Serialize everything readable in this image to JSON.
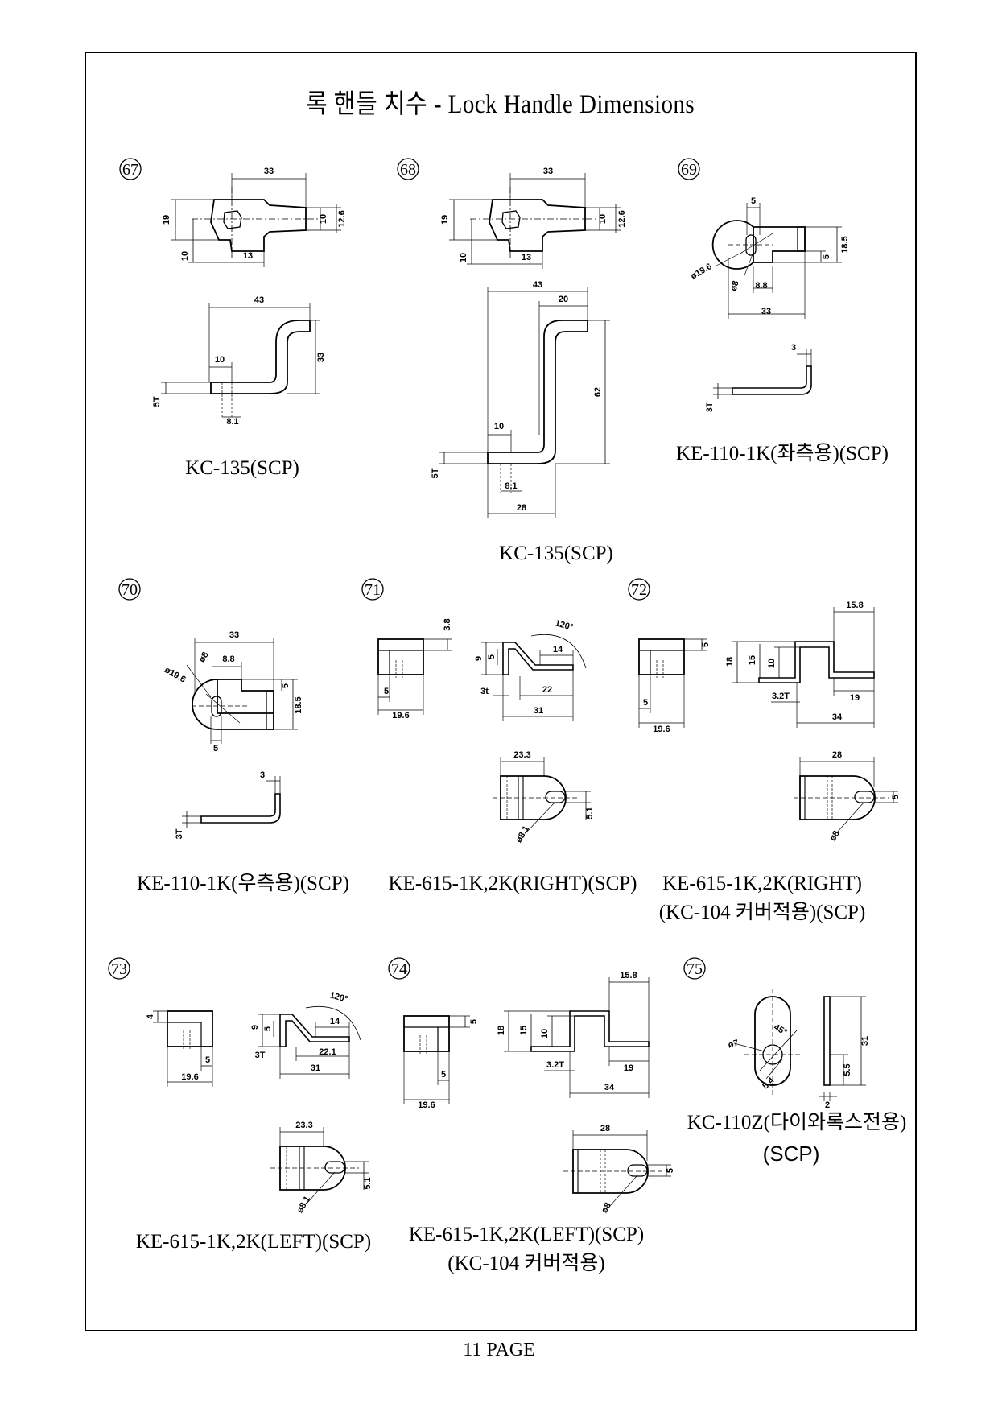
{
  "page_title": "록 핸들 치수 - Lock Handle Dimensions",
  "footer": "11 PAGE",
  "parts": [
    {
      "index": "67",
      "caption": "KC-135(SCP)",
      "dims": [
        "33",
        "19",
        "10",
        "12.6",
        "10",
        "13",
        "43",
        "10",
        "33",
        "5T",
        "8.1"
      ]
    },
    {
      "index": "68",
      "caption": "KC-135(SCP)",
      "dims": [
        "33",
        "19",
        "10",
        "12.6",
        "10",
        "13",
        "43",
        "20",
        "62",
        "10",
        "5T",
        "8.1",
        "28"
      ]
    },
    {
      "index": "69",
      "caption": "KE-110-1K(좌측용)(SCP)",
      "dims": [
        "5",
        "18.5",
        "5",
        "ø19.6",
        "ø8",
        "8.8",
        "33",
        "3",
        "3T"
      ]
    },
    {
      "index": "70",
      "caption": "KE-110-1K(우측용)(SCP)",
      "dims": [
        "33",
        "ø8",
        "8.8",
        "ø19.6",
        "5",
        "18.5",
        "5",
        "3",
        "3T"
      ]
    },
    {
      "index": "71",
      "caption": "KE-615-1K,2K(RIGHT)(SCP)",
      "dims": [
        "3.8",
        "5",
        "19.6",
        "120°",
        "9",
        "5",
        "14",
        "3t",
        "22",
        "31",
        "23.3",
        "5.1",
        "ø8.1"
      ]
    },
    {
      "index": "72",
      "caption": "KE-615-1K,2K(RIGHT)",
      "caption2": "(KC-104 커버적용)(SCP)",
      "dims": [
        "5",
        "5",
        "19.6",
        "15.8",
        "18",
        "15",
        "10",
        "3.2T",
        "19",
        "34",
        "28",
        "5",
        "ø8"
      ]
    },
    {
      "index": "73",
      "caption": "KE-615-1K,2K(LEFT)(SCP)",
      "dims": [
        "4",
        "5",
        "19.6",
        "120°",
        "9",
        "5",
        "14",
        "3T",
        "22.1",
        "31",
        "23.3",
        "5.1",
        "ø8.1"
      ]
    },
    {
      "index": "74",
      "caption": "KE-615-1K,2K(LEFT)(SCP)",
      "caption2": "(KC-104 커버적용)",
      "dims": [
        "5",
        "5",
        "19.6",
        "15.8",
        "18",
        "15",
        "10",
        "3.2T",
        "19",
        "34",
        "28",
        "5",
        "ø8"
      ]
    },
    {
      "index": "75",
      "caption": "KC-110Z(다이와록스전용)",
      "caption2": "(SCP)",
      "dims": [
        "45°",
        "ø7",
        "5.4",
        "31",
        "5.5",
        "2"
      ]
    }
  ]
}
